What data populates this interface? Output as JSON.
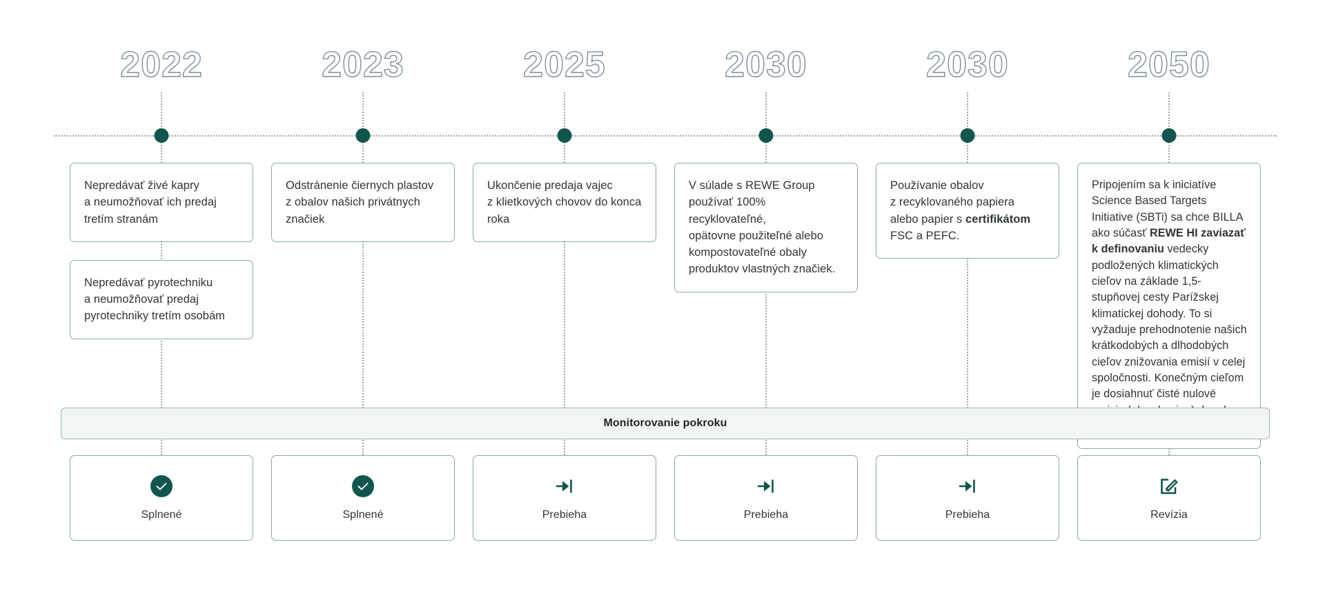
{
  "timeline": {
    "axis_color": "#9aa7ad",
    "node_color": "#10564d",
    "card_border_color": "#8fa9a3",
    "columns": [
      {
        "year": "2022",
        "cards": [
          {
            "html": "Nepredávať živé kapry<br>a neumožňovať ich predaj<br>tretím stranám"
          },
          {
            "html": "Nepredávať pyrotechniku<br>a neumožňovať predaj<br>pyrotechniky tretím osobám"
          }
        ],
        "status": {
          "icon": "check-circle-icon",
          "label": "Splnené"
        }
      },
      {
        "year": "2023",
        "cards": [
          {
            "html": "Odstránenie čiernych plastov<br>z obalov našich privátnych<br>značiek"
          }
        ],
        "status": {
          "icon": "check-circle-icon",
          "label": "Splnené"
        }
      },
      {
        "year": "2025",
        "cards": [
          {
            "html": "Ukončenie predaja vajec<br>z klietkových chovov do konca<br>roka"
          }
        ],
        "status": {
          "icon": "skip-to-end-icon",
          "label": "Prebieha"
        }
      },
      {
        "year": "2030",
        "cards": [
          {
            "html": "V súlade s REWE Group<br>používať 100% recyklovateľné,<br>opätovne použiteľné alebo<br>kompostovateľné obaly<br>produktov vlastných značiek."
          }
        ],
        "status": {
          "icon": "skip-to-end-icon",
          "label": "Prebieha"
        }
      },
      {
        "year": "2030",
        "cards": [
          {
            "html": "Používanie obalov<br>z recyklovaného papiera<br>alebo papier s <b>certifikátom</b><br>FSC a PEFC."
          }
        ],
        "status": {
          "icon": "skip-to-end-icon",
          "label": "Prebieha"
        }
      },
      {
        "year": "2050",
        "cards": [
          {
            "html": "Pripojením sa k iniciatíve Science Based Targets Initiative (SBTi) sa chce BILLA ako súčasť <b>REWE HI zaviazať k definovaniu</b> vedecky podložených klimatických cieľov na základe 1,5-stupňovej cesty Parížskej klimatickej dohody. To si vyžaduje prehodnotenie našich krátkodobých a dlhodobých cieľov znižovania emisií v celej spoločnosti. Konečným cieľom je dosiahnuť čisté nulové emisie (ako skupina) do roku 2050."
          }
        ],
        "status": {
          "icon": "edit-square-icon",
          "label": "Revízia"
        }
      }
    ]
  },
  "monitoring": {
    "label": "Monitorovanie pokroku"
  }
}
